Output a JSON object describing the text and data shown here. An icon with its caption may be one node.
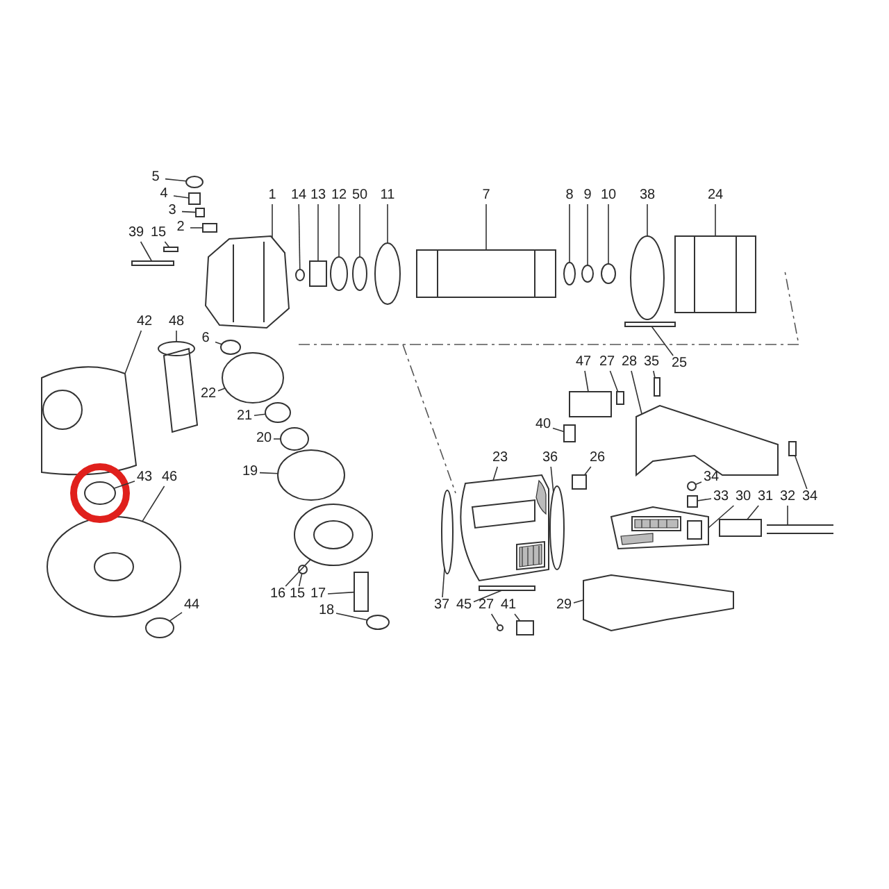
{
  "diagram": {
    "nodes": [
      {
        "text": [
          "5"
        ]
      },
      {
        "text": [
          "4"
        ]
      },
      {
        "text": [
          "3"
        ]
      },
      {
        "text": [
          "2"
        ]
      },
      {
        "text": [
          "39"
        ]
      },
      {
        "text": [
          "15"
        ]
      },
      {
        "text": [
          "1"
        ]
      },
      {
        "text": [
          "14"
        ]
      },
      {
        "text": [
          "13"
        ]
      },
      {
        "text": [
          "12"
        ]
      },
      {
        "text": [
          "50"
        ]
      },
      {
        "text": [
          "11"
        ]
      },
      {
        "text": [
          "7"
        ]
      },
      {
        "text": [
          "8"
        ]
      },
      {
        "text": [
          "9"
        ]
      },
      {
        "text": [
          "10"
        ]
      },
      {
        "text": [
          "38"
        ]
      },
      {
        "text": [
          "24"
        ]
      },
      {
        "text": [
          "6"
        ]
      },
      {
        "text": [
          "42"
        ]
      },
      {
        "text": [
          "48"
        ]
      },
      {
        "text": [
          "25"
        ]
      },
      {
        "text": [
          "22"
        ]
      },
      {
        "text": [
          "21"
        ]
      },
      {
        "text": [
          "20"
        ]
      },
      {
        "text": [
          "19"
        ]
      },
      {
        "text": [
          "47"
        ]
      },
      {
        "text": [
          "27"
        ]
      },
      {
        "text": [
          "28"
        ]
      },
      {
        "text": [
          "35"
        ]
      },
      {
        "text": [
          "40"
        ]
      },
      {
        "text": [
          "43"
        ]
      },
      {
        "text": [
          "46"
        ]
      },
      {
        "text": [
          "23"
        ]
      },
      {
        "text": [
          "36"
        ]
      },
      {
        "text": [
          "26"
        ]
      },
      {
        "text": [
          "34"
        ]
      },
      {
        "text": [
          "33"
        ]
      },
      {
        "text": [
          "30"
        ]
      },
      {
        "text": [
          "31"
        ]
      },
      {
        "text": [
          "32"
        ]
      },
      {
        "text": [
          "34"
        ]
      },
      {
        "text": [
          "16"
        ]
      },
      {
        "text": [
          "15"
        ]
      },
      {
        "text": [
          "17"
        ]
      },
      {
        "text": [
          "18"
        ]
      },
      {
        "text": [
          "44"
        ]
      },
      {
        "text": [
          "37"
        ]
      },
      {
        "text": [
          "45"
        ]
      },
      {
        "text": [
          "27"
        ]
      },
      {
        "text": [
          "41"
        ]
      },
      {
        "text": [
          "29"
        ]
      },
      {
        "text": [],
        "shape": "circle"
      },
      {
        "text": [],
        "shape": "box"
      },
      {
        "text": [],
        "shape": "box"
      },
      {
        "text": [],
        "shape": "box"
      },
      {
        "text": [],
        "shape": "box"
      },
      {
        "text": [],
        "shape": "box"
      },
      {
        "text": [],
        "shape": "picture"
      },
      {
        "text": [],
        "shape": "circle"
      },
      {
        "text": [],
        "shape": "box"
      },
      {
        "text": [],
        "shape": "circle"
      },
      {
        "text": [],
        "shape": "circle"
      },
      {
        "text": [],
        "shape": "circle"
      },
      {
        "text": [],
        "shape": "box"
      },
      {
        "text": [],
        "shape": "circle"
      },
      {
        "text": [],
        "shape": "circle"
      },
      {
        "text": [],
        "shape": "circle"
      },
      {
        "text": [],
        "shape": "circle"
      },
      {
        "text": [],
        "shape": "box"
      },
      {
        "text": [],
        "shape": "circle"
      },
      {
        "text": [],
        "shape": "picture"
      },
      {
        "text": [],
        "shape": "picture"
      },
      {
        "text": [],
        "shape": "box"
      },
      {
        "text": [],
        "shape": "circle"
      },
      {
        "text": [],
        "shape": "circle"
      },
      {
        "text": [],
        "shape": "circle"
      },
      {
        "text": [],
        "shape": "circle"
      },
      {
        "text": [],
        "shape": "box"
      },
      {
        "text": [],
        "shape": "box"
      },
      {
        "text": [],
        "shape": "picture"
      },
      {
        "text": [],
        "shape": "box"
      },
      {
        "text": [],
        "shape": "box"
      },
      {
        "text": [],
        "shape": "circle"
      },
      {
        "text": [],
        "shape": "circle"
      },
      {
        "text": [],
        "shape": "picture"
      },
      {
        "text": [],
        "shape": "circle"
      },
      {
        "text": [],
        "shape": "box"
      },
      {
        "text": [],
        "shape": "circle"
      },
      {
        "text": [],
        "shape": "box"
      },
      {
        "text": [],
        "shape": "picture"
      },
      {
        "text": [],
        "shape": "box"
      },
      {
        "text": [],
        "shape": "picture"
      },
      {
        "text": [],
        "shape": "box"
      },
      {
        "text": [],
        "shape": "circle"
      },
      {
        "text": [],
        "shape": "circle"
      },
      {
        "text": [],
        "shape": "box"
      },
      {
        "text": [],
        "shape": "circle"
      },
      {
        "text": [],
        "shape": "circle"
      },
      {
        "text": [],
        "shape": "circle"
      },
      {
        "text": [],
        "shape": "box"
      },
      {
        "text": [],
        "shape": "circle"
      },
      {
        "text": [],
        "shape": "box"
      },
      {
        "text": [],
        "shape": "picture"
      }
    ],
    "edges": [
      {
        "from": 0,
        "to": 52,
        "arrow": "none"
      },
      {
        "from": 1,
        "to": 53,
        "arrow": "none"
      },
      {
        "from": 2,
        "to": 54,
        "arrow": "none"
      },
      {
        "from": 3,
        "to": 55,
        "arrow": "none"
      },
      {
        "from": 4,
        "to": 56,
        "arrow": "none"
      },
      {
        "from": 5,
        "to": 57,
        "arrow": "none"
      },
      {
        "from": 6,
        "to": 58,
        "arrow": "none"
      },
      {
        "from": 7,
        "to": 59,
        "arrow": "none"
      },
      {
        "from": 8,
        "to": 60,
        "arrow": "none"
      },
      {
        "from": 9,
        "to": 61,
        "arrow": "none"
      },
      {
        "from": 10,
        "to": 62,
        "arrow": "none"
      },
      {
        "from": 11,
        "to": 63,
        "arrow": "none"
      },
      {
        "from": 12,
        "to": 64,
        "arrow": "none"
      },
      {
        "from": 13,
        "to": 65,
        "arrow": "none"
      },
      {
        "from": 14,
        "to": 66,
        "arrow": "none"
      },
      {
        "from": 15,
        "to": 67,
        "arrow": "none"
      },
      {
        "from": 16,
        "to": 68,
        "arrow": "none"
      },
      {
        "from": 17,
        "to": 69,
        "arrow": "none"
      },
      {
        "from": 18,
        "to": 70,
        "arrow": "none"
      },
      {
        "from": 19,
        "to": 71,
        "arrow": "none"
      },
      {
        "from": 20,
        "to": 72,
        "arrow": "none"
      },
      {
        "from": 21,
        "to": 73,
        "arrow": "none"
      },
      {
        "from": 22,
        "to": 74,
        "arrow": "none"
      },
      {
        "from": 23,
        "to": 75,
        "arrow": "none"
      },
      {
        "from": 24,
        "to": 76,
        "arrow": "none"
      },
      {
        "from": 25,
        "to": 77,
        "arrow": "none"
      },
      {
        "from": 26,
        "to": 78,
        "arrow": "none"
      },
      {
        "from": 27,
        "to": 79,
        "arrow": "none"
      },
      {
        "from": 28,
        "to": 80,
        "arrow": "none"
      },
      {
        "from": 29,
        "to": 81,
        "arrow": "none"
      },
      {
        "from": 30,
        "to": 82,
        "arrow": "none"
      },
      {
        "from": 31,
        "to": 83,
        "arrow": "none"
      },
      {
        "from": 32,
        "to": 84,
        "arrow": "none"
      },
      {
        "from": 33,
        "to": 85,
        "arrow": "none"
      },
      {
        "from": 34,
        "to": 86,
        "arrow": "none"
      },
      {
        "from": 35,
        "to": 87,
        "arrow": "none"
      },
      {
        "from": 36,
        "to": 88,
        "arrow": "none"
      },
      {
        "from": 37,
        "to": 89,
        "arrow": "none"
      },
      {
        "from": 38,
        "to": 90,
        "arrow": "none"
      },
      {
        "from": 39,
        "to": 91,
        "arrow": "none"
      },
      {
        "from": 40,
        "to": 92,
        "arrow": "none"
      },
      {
        "from": 41,
        "to": 93,
        "arrow": "none"
      },
      {
        "from": 42,
        "to": 94,
        "arrow": "none"
      },
      {
        "from": 43,
        "to": 95,
        "arrow": "none"
      },
      {
        "from": 44,
        "to": 96,
        "arrow": "none"
      },
      {
        "from": 45,
        "to": 97,
        "arrow": "none"
      },
      {
        "from": 46,
        "to": 98,
        "arrow": "none"
      },
      {
        "from": 47,
        "to": 99,
        "arrow": "none"
      },
      {
        "from": 48,
        "to": 100,
        "arrow": "none"
      },
      {
        "from": 49,
        "to": 101,
        "arrow": "none"
      },
      {
        "from": 50,
        "to": 102,
        "arrow": "none"
      },
      {
        "from": 51,
        "to": 103,
        "arrow": "none"
      }
    ]
  }
}
